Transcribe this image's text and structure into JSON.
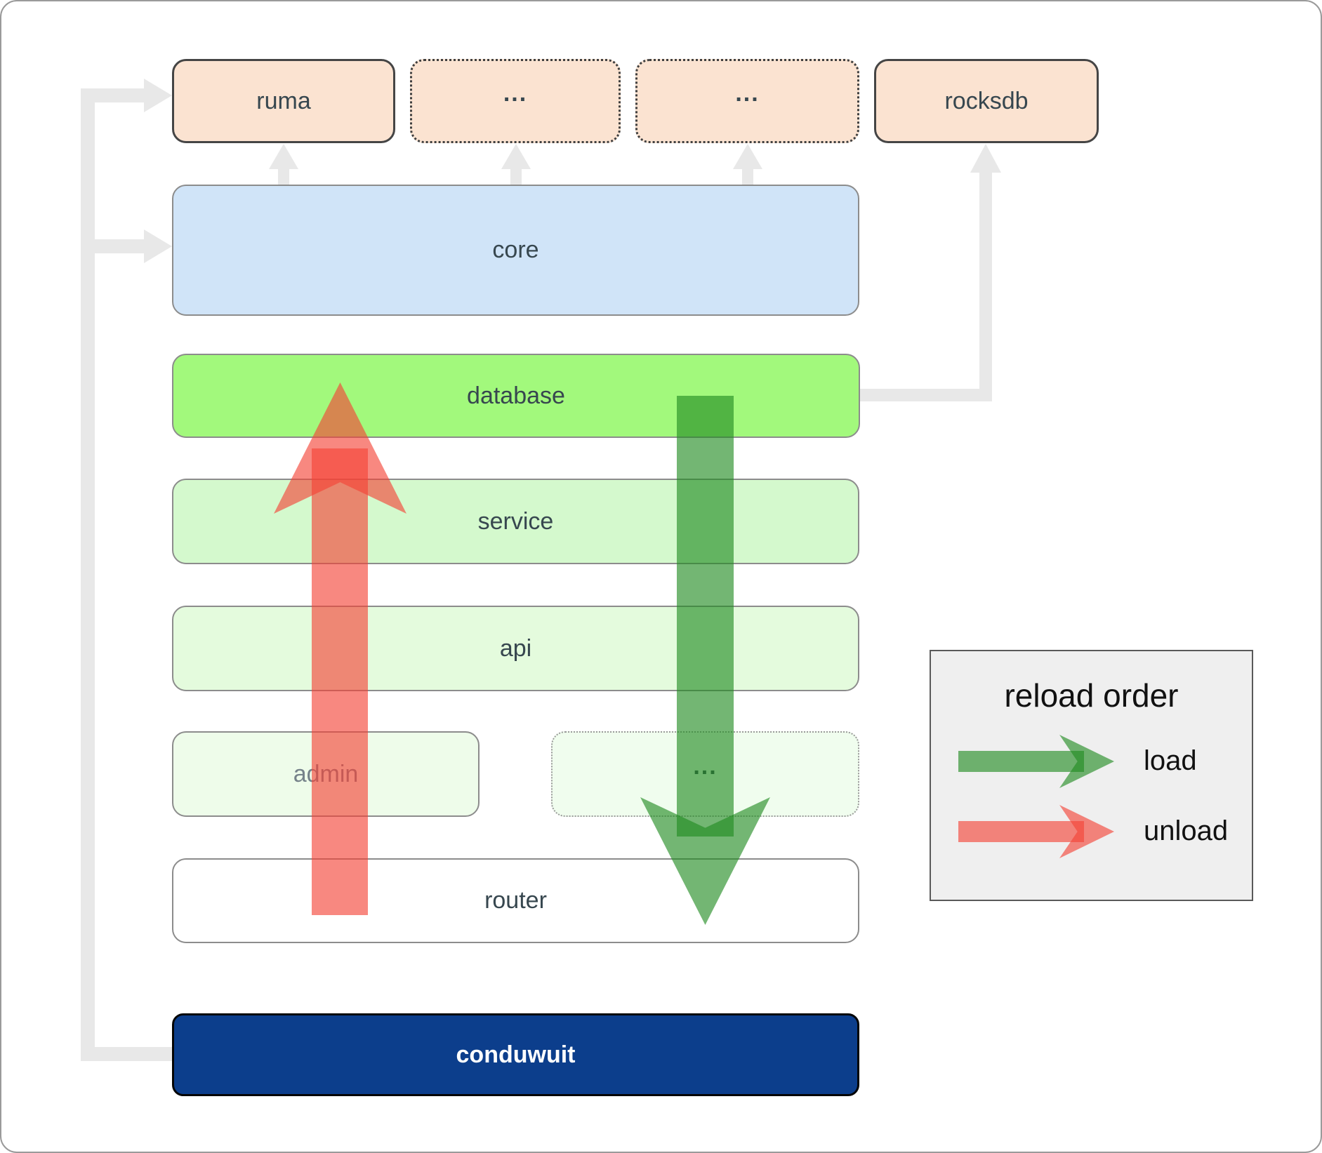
{
  "boxes": {
    "ruma": "ruma",
    "ellipsis_top_1": "...",
    "ellipsis_top_2": "...",
    "rocksdb": "rocksdb",
    "core": "core",
    "database": "database",
    "service": "service",
    "api": "api",
    "admin": "admin",
    "ellipsis_bottom": "...",
    "router": "router",
    "conduwuit": "conduwuit"
  },
  "legend": {
    "title": "reload order",
    "items": [
      {
        "label": "load",
        "arrow_color": "#228b22"
      },
      {
        "label": "unload",
        "arrow_color": "#f44336"
      }
    ]
  },
  "colors": {
    "peach_box": "#fbe3d1",
    "core_box": "#d0e4f8",
    "database_box": "#a2f97c",
    "service_box": "#d4f9cd",
    "api_box": "#e4fbdd",
    "admin_box": "#eefcea",
    "ellipsis_bottom_box": "#f0fdee",
    "router_box": "#ffffff",
    "conduwuit_box": "#0c3e8c",
    "legend_bg": "#efefef",
    "connector_gray": "#e8e8e8",
    "label_text": "#37474f",
    "load_arrow": "rgba(34,139,34,0.63)",
    "unload_arrow": "rgba(244,67,54,0.63)"
  }
}
